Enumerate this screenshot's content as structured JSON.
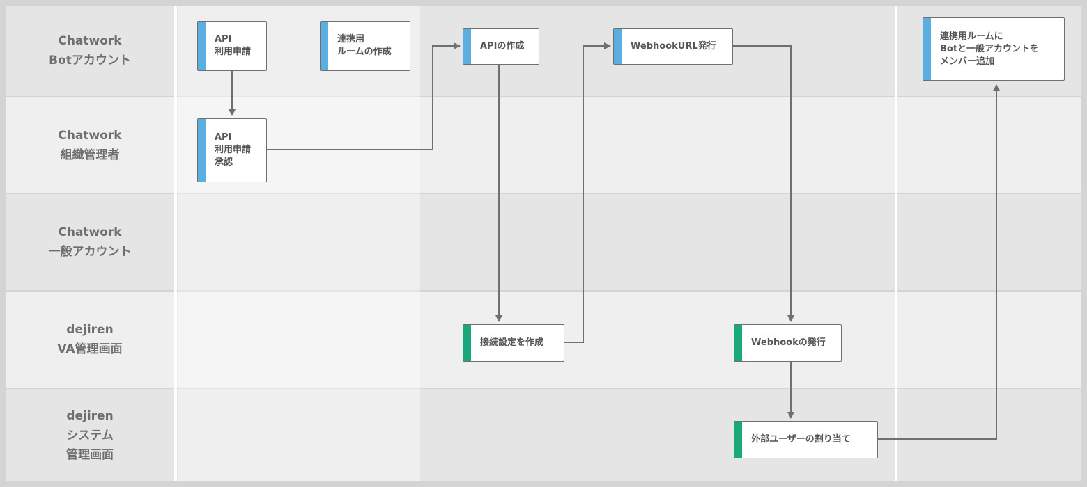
{
  "colors": {
    "border": "#d4d4d4",
    "lane_dark": "#e5e5e5",
    "lane_light": "#efefef",
    "label_bg": "#e8e8e8",
    "text": "#6e6e6e",
    "arrow": "#707070",
    "chatwork_accent": "#5aaee0",
    "dejiren_accent": "#1aa77c"
  },
  "lanes": [
    {
      "label": "Chatwork\nBotアカウント"
    },
    {
      "label": "Chatwork\n組織管理者"
    },
    {
      "label": "Chatwork\n一般アカウント"
    },
    {
      "label": "dejiren\nVA管理画面"
    },
    {
      "label": "dejiren\nシステム\n管理画面"
    }
  ],
  "steps": {
    "api_apply": {
      "text": "API\n利用申請",
      "accent": "blue"
    },
    "room_create": {
      "text": "連携用\nルームの作成",
      "accent": "blue"
    },
    "api_create": {
      "text": "APIの作成",
      "accent": "blue"
    },
    "webhook_url": {
      "text": "WebhookURL発行",
      "accent": "blue"
    },
    "add_members": {
      "text": "連携用ルームに\nBotと一般アカウントを\nメンバー追加",
      "accent": "blue"
    },
    "api_approve": {
      "text": "API\n利用申請\n承認",
      "accent": "blue"
    },
    "connection_setting": {
      "text": "接続設定を作成",
      "accent": "green"
    },
    "webhook_issue": {
      "text": "Webhookの発行",
      "accent": "green"
    },
    "external_user": {
      "text": "外部ユーザーの割り当て",
      "accent": "green"
    }
  }
}
